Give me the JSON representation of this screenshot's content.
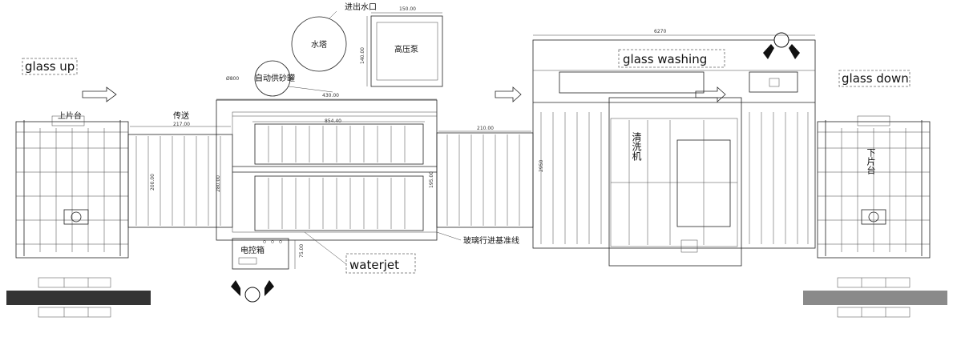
{
  "labels": {
    "glass_up": "glass  up",
    "glass_washing": "glass washing",
    "glass_down": "glass down",
    "waterjet": "waterjet",
    "loading_table": "上片台",
    "conveyor": "传送",
    "unloading_table": "下片台",
    "washer": "清洗机",
    "control_box": "电控箱",
    "water_tower": "水塔",
    "inlet_outlet": "进出水口",
    "hp_pump": "高压泵",
    "sand_tank": "自动供砂罐",
    "glass_baseline": "玻璃行进基准线"
  },
  "dimensions": {
    "d150": "150.00",
    "d140": "140.00",
    "d6270": "6270",
    "d800": "Ø800",
    "d430": "430.00",
    "d854": "854.40",
    "d217": "217.00",
    "d210": "210.00",
    "d200": "200.00",
    "d280": "280.00",
    "d2950": "2950",
    "d195": "195.00",
    "d75": "75.00"
  },
  "colors": {
    "line": "#222222",
    "dash": "#666666",
    "bar_dark": "#333333",
    "bar_gray": "#8a8a8a"
  }
}
